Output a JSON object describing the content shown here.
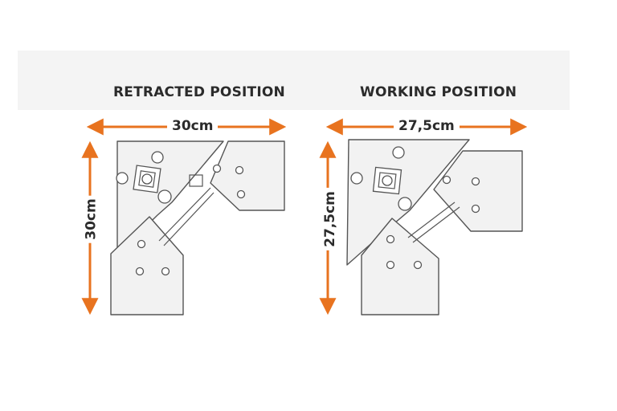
{
  "headings": {
    "retracted": "RETRACTED POSITION",
    "working": "WORKING POSITION"
  },
  "dimensions": {
    "retracted_width": "30cm",
    "retracted_height": "30cm",
    "working_width": "27,5cm",
    "working_height": "27,5cm"
  },
  "colors": {
    "arrow": "#e8731f",
    "text": "#2b2b2b",
    "outline": "#555555",
    "band": "#f4f4f4"
  }
}
